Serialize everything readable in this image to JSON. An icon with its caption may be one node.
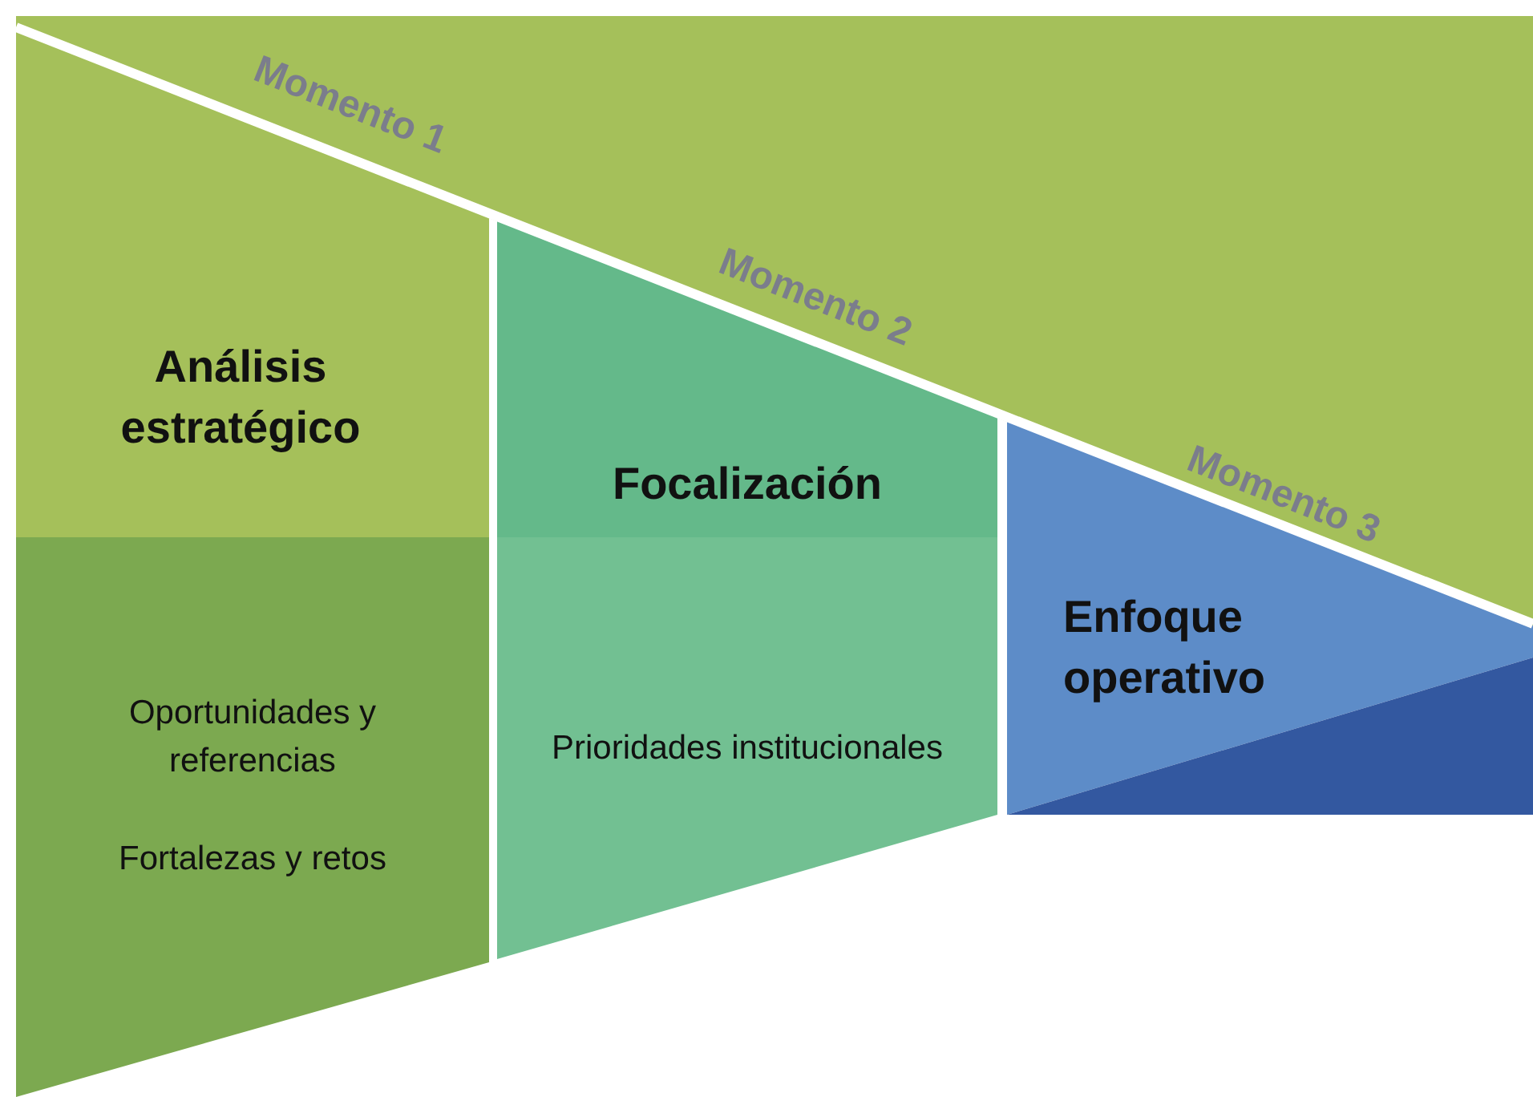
{
  "diagram": {
    "nodes": [
      {
        "text": [
          "Análisis estratégico",
          "Oportunidades y referencias",
          "Fortalezas y retos"
        ]
      },
      {
        "text": [
          "Focalización",
          "Prioridades institucionales"
        ]
      },
      {
        "text": [
          "Enfoque operativo"
        ]
      }
    ],
    "labels": [
      "Momento 1",
      "Momento 2",
      "Momento 3"
    ]
  }
}
